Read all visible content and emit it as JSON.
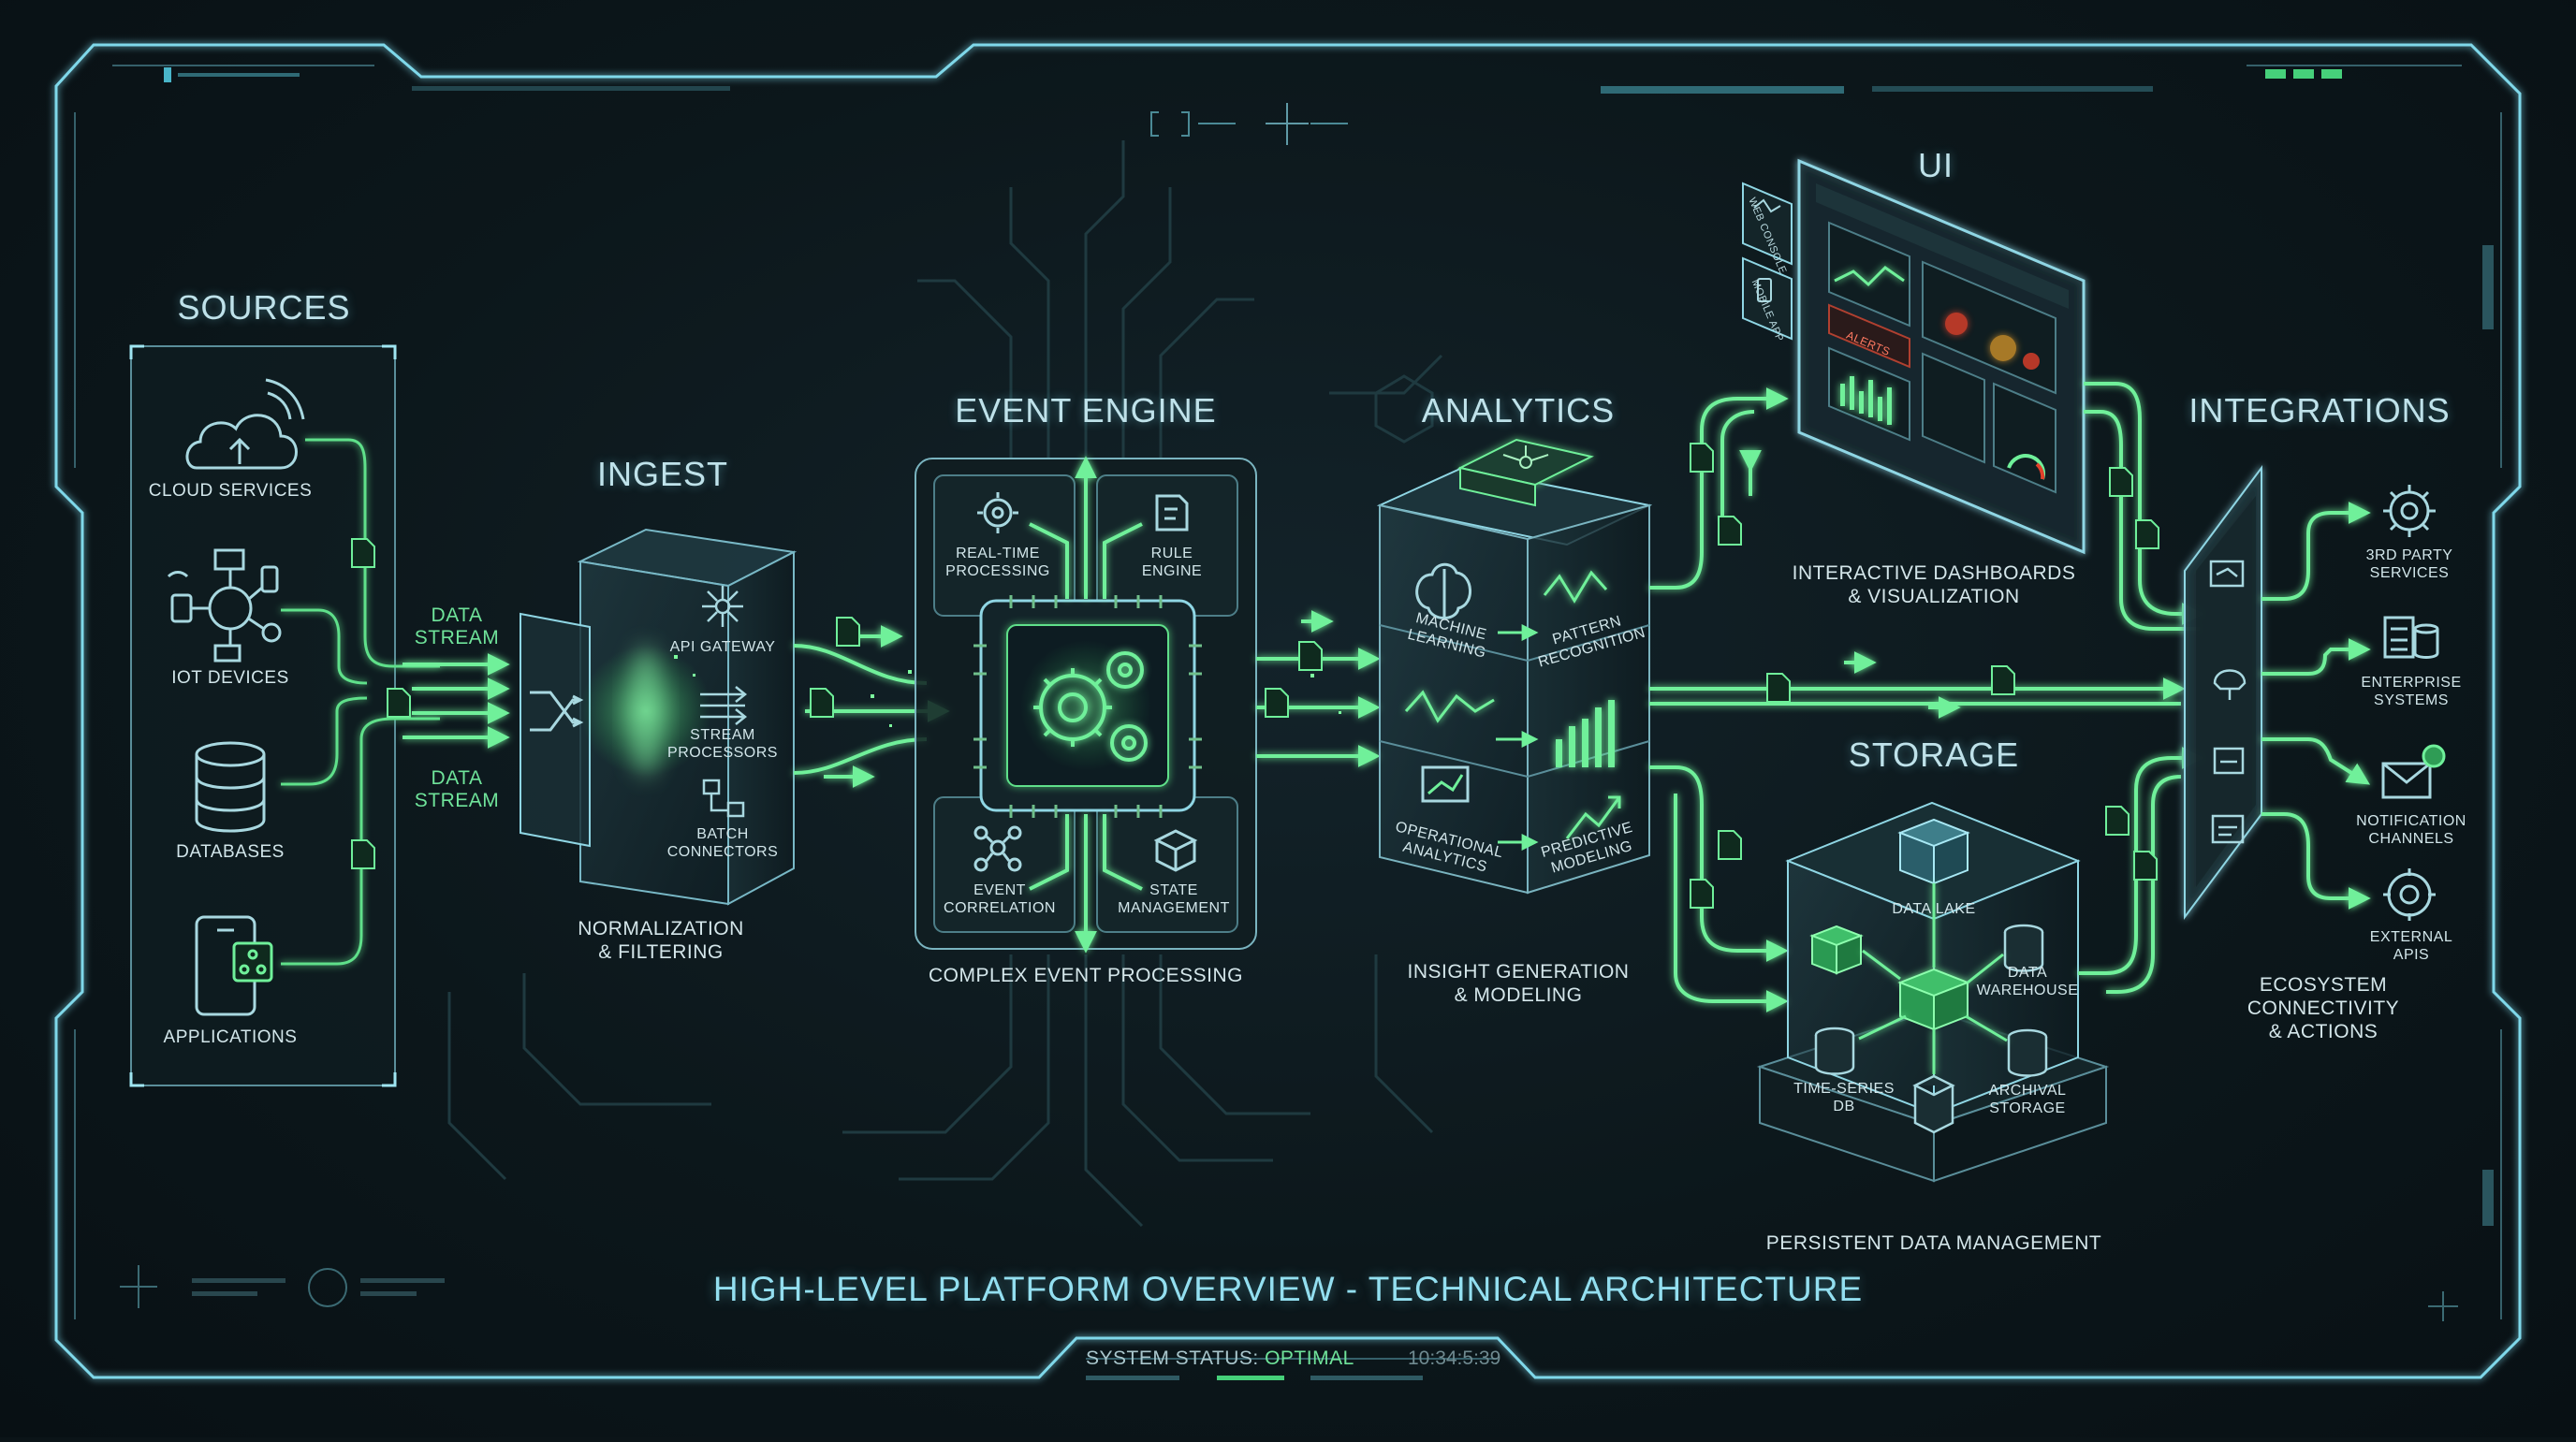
{
  "footer": {
    "title": "HIGH-LEVEL PLATFORM OVERVIEW - TECHNICAL ARCHITECTURE",
    "status_label": "SYSTEM STATUS:",
    "status_value": "OPTIMAL",
    "clock": "10:34:5:39"
  },
  "sources": {
    "title": "SOURCES",
    "items": [
      "CLOUD SERVICES",
      "IoT DEVICES",
      "DATABASES",
      "APPLICATIONS"
    ]
  },
  "flow_labels": [
    "DATA\nSTREAM",
    "DATA\nSTREAM"
  ],
  "ingest": {
    "title": "INGEST",
    "items": [
      "API GATEWAY",
      "STREAM\nPROCESSORS",
      "BATCH\nCONNECTORS"
    ],
    "caption": "NORMALIZATION\n& FILTERING"
  },
  "event_engine": {
    "title": "EVENT ENGINE",
    "items": [
      "REAL-TIME\nPROCESSING",
      "RULE\nENGINE",
      "EVENT\nCORRELATION",
      "STATE\nMANAGEMENT"
    ],
    "caption": "COMPLEX EVENT PROCESSING"
  },
  "analytics": {
    "title": "ANALYTICS",
    "items": [
      "MACHINE\nLEARNING",
      "PATTERN\nRECOGNITION",
      "OPERATIONAL\nANALYTICS",
      "PREDICTIVE\nMODELING"
    ],
    "caption": "INSIGHT GENERATION\n& MODELING"
  },
  "ui": {
    "title": "UI",
    "side_tabs": [
      "WEB CONSOLE",
      "MOBILE APP"
    ],
    "alert_label": "ALERTS",
    "caption": "INTERACTIVE DASHBOARDS\n& VISUALIZATION"
  },
  "storage": {
    "title": "STORAGE",
    "items": [
      "DATA LAKE",
      "DATA\nWAREHOUSE",
      "TIME-SERIES\nDB",
      "ARCHIVAL\nSTORAGE"
    ],
    "caption": "PERSISTENT DATA MANAGEMENT"
  },
  "integrations": {
    "title": "INTEGRATIONS",
    "items": [
      "3RD PARTY\nSERVICES",
      "ENTERPRISE\nSYSTEMS",
      "NOTIFICATION\nCHANNELS",
      "EXTERNAL\nAPIs"
    ],
    "caption": "ECOSYSTEM CONNECTIVITY\n& ACTIONS"
  },
  "colors": {
    "accent_green": "#5fe08a",
    "frame_cyan": "#7fd8ea",
    "background": "#0b1418"
  }
}
